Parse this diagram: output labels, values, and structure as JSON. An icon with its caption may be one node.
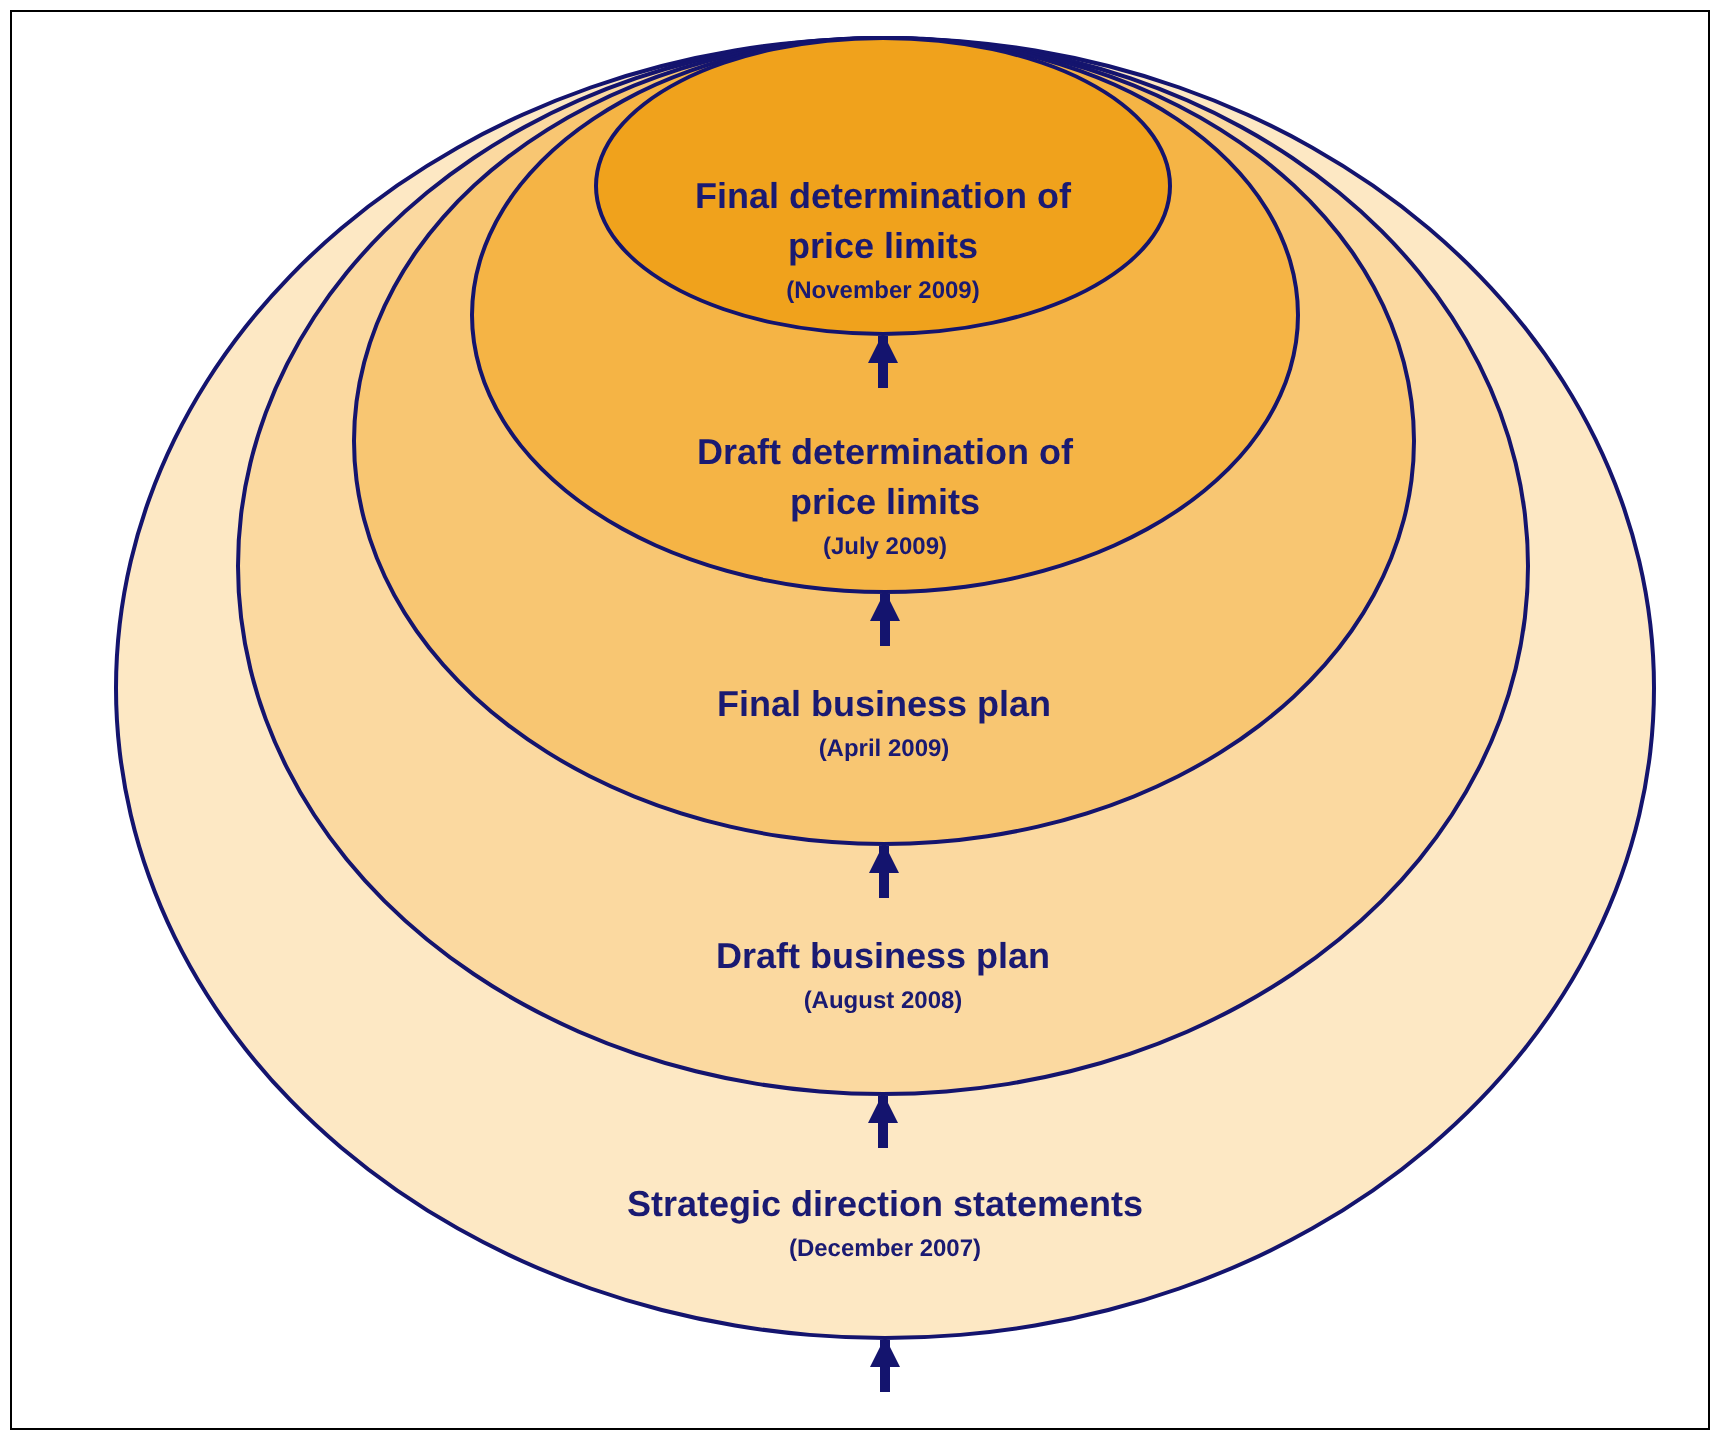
{
  "diagram": {
    "nodes": [
      {
        "text": [
          "Strategic direction statements",
          "(December 2007)"
        ]
      },
      {
        "text": [
          "Draft business plan",
          "(August 2008)"
        ],
        "in": 0
      },
      {
        "text": [
          "Final business plan",
          "(April 2009)"
        ],
        "in": 1
      },
      {
        "text": [
          "Draft determination of price limits",
          "(July 2009)"
        ],
        "in": 2
      },
      {
        "text": [
          "Final determination of price limits",
          "(November 2009)"
        ],
        "in": 3
      }
    ],
    "edges": [
      {
        "from": null,
        "to": 0,
        "arrow": "to"
      },
      {
        "from": null,
        "to": 1,
        "arrow": "to"
      },
      {
        "from": null,
        "to": 2,
        "arrow": "to"
      },
      {
        "from": null,
        "to": 3,
        "arrow": "to"
      },
      {
        "from": null,
        "to": 4,
        "arrow": "to"
      }
    ]
  }
}
